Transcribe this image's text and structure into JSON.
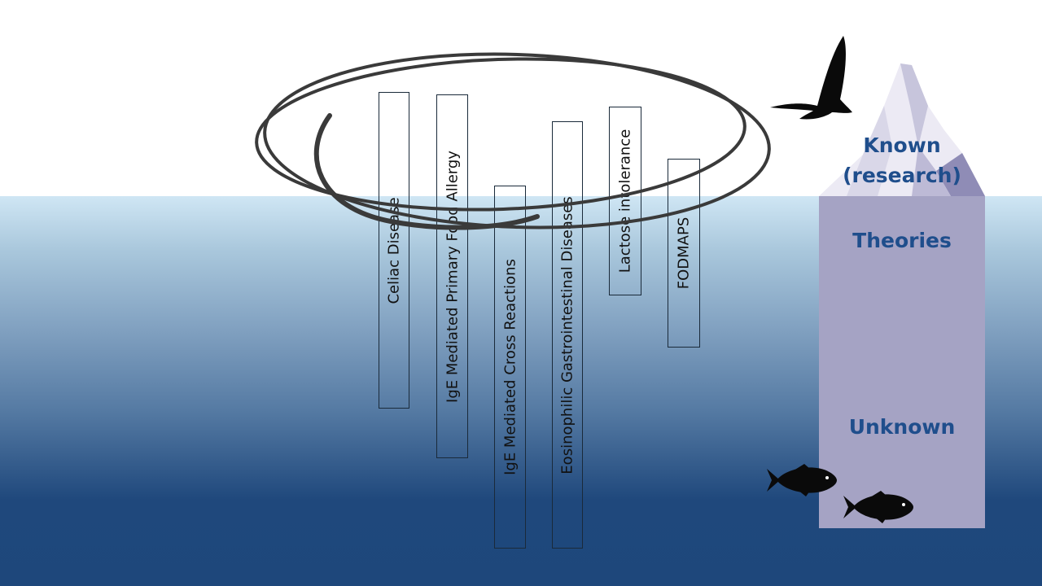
{
  "iceberg": {
    "known_label": "Known\n(research)",
    "theories_label": "Theories",
    "unknown_label": "Unknown"
  },
  "columns": [
    {
      "label": "Celiac Disease"
    },
    {
      "label": "IgE Mediated Primary Food Allergy"
    },
    {
      "label": "IgE Mediated Cross Reactions"
    },
    {
      "label": "Eosinophilic Gastrointestinal Diseases"
    },
    {
      "label": "Lactose intolerance"
    },
    {
      "label": "FODMAPS"
    }
  ],
  "icons": {
    "bird": "bird-icon",
    "fish": "fish-icon",
    "swirl": "swirl-icon"
  }
}
